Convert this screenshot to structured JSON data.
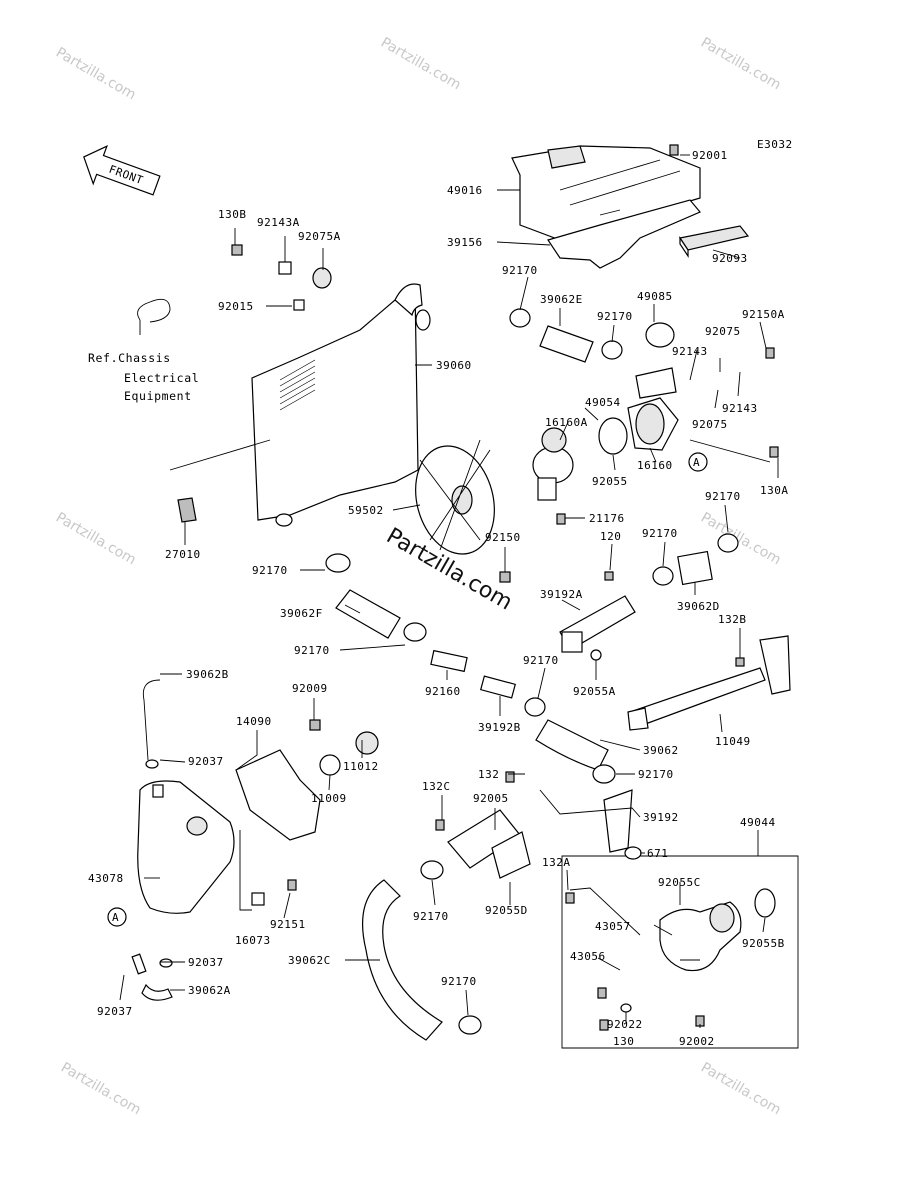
{
  "diagram": {
    "code": "E3032",
    "front_label": "FRONT",
    "ref_note": [
      "Ref.Chassis",
      "Electrical",
      "Equipment"
    ],
    "callout_ref": "A",
    "watermark_small": "Partzilla.com",
    "watermark_big": "Partzilla.com",
    "part_labels": [
      "92001",
      "49016",
      "39156",
      "92093",
      "130B",
      "92143A",
      "92075A",
      "92015",
      "92170",
      "39062E",
      "49085",
      "92170",
      "92150A",
      "92075",
      "92143",
      "39060",
      "92143",
      "92075",
      "49054",
      "16160A",
      "92055",
      "16160",
      "130A",
      "27010",
      "59502",
      "92150",
      "21176",
      "92170",
      "120",
      "92170",
      "92170",
      "39062F",
      "39192A",
      "39062D",
      "132B",
      "92170",
      "92160",
      "92055A",
      "92170",
      "39192B",
      "11049",
      "39062B",
      "92009",
      "14090",
      "11012",
      "11009",
      "92037",
      "39062",
      "132",
      "92170",
      "132C",
      "92005",
      "39192",
      "49044",
      "671",
      "43078",
      "92055C",
      "132A",
      "92170",
      "92055D",
      "16073",
      "92151",
      "43057",
      "92055B",
      "43056",
      "92037",
      "39062C",
      "92037",
      "39062A",
      "92170",
      "130",
      "92022",
      "92002"
    ]
  }
}
